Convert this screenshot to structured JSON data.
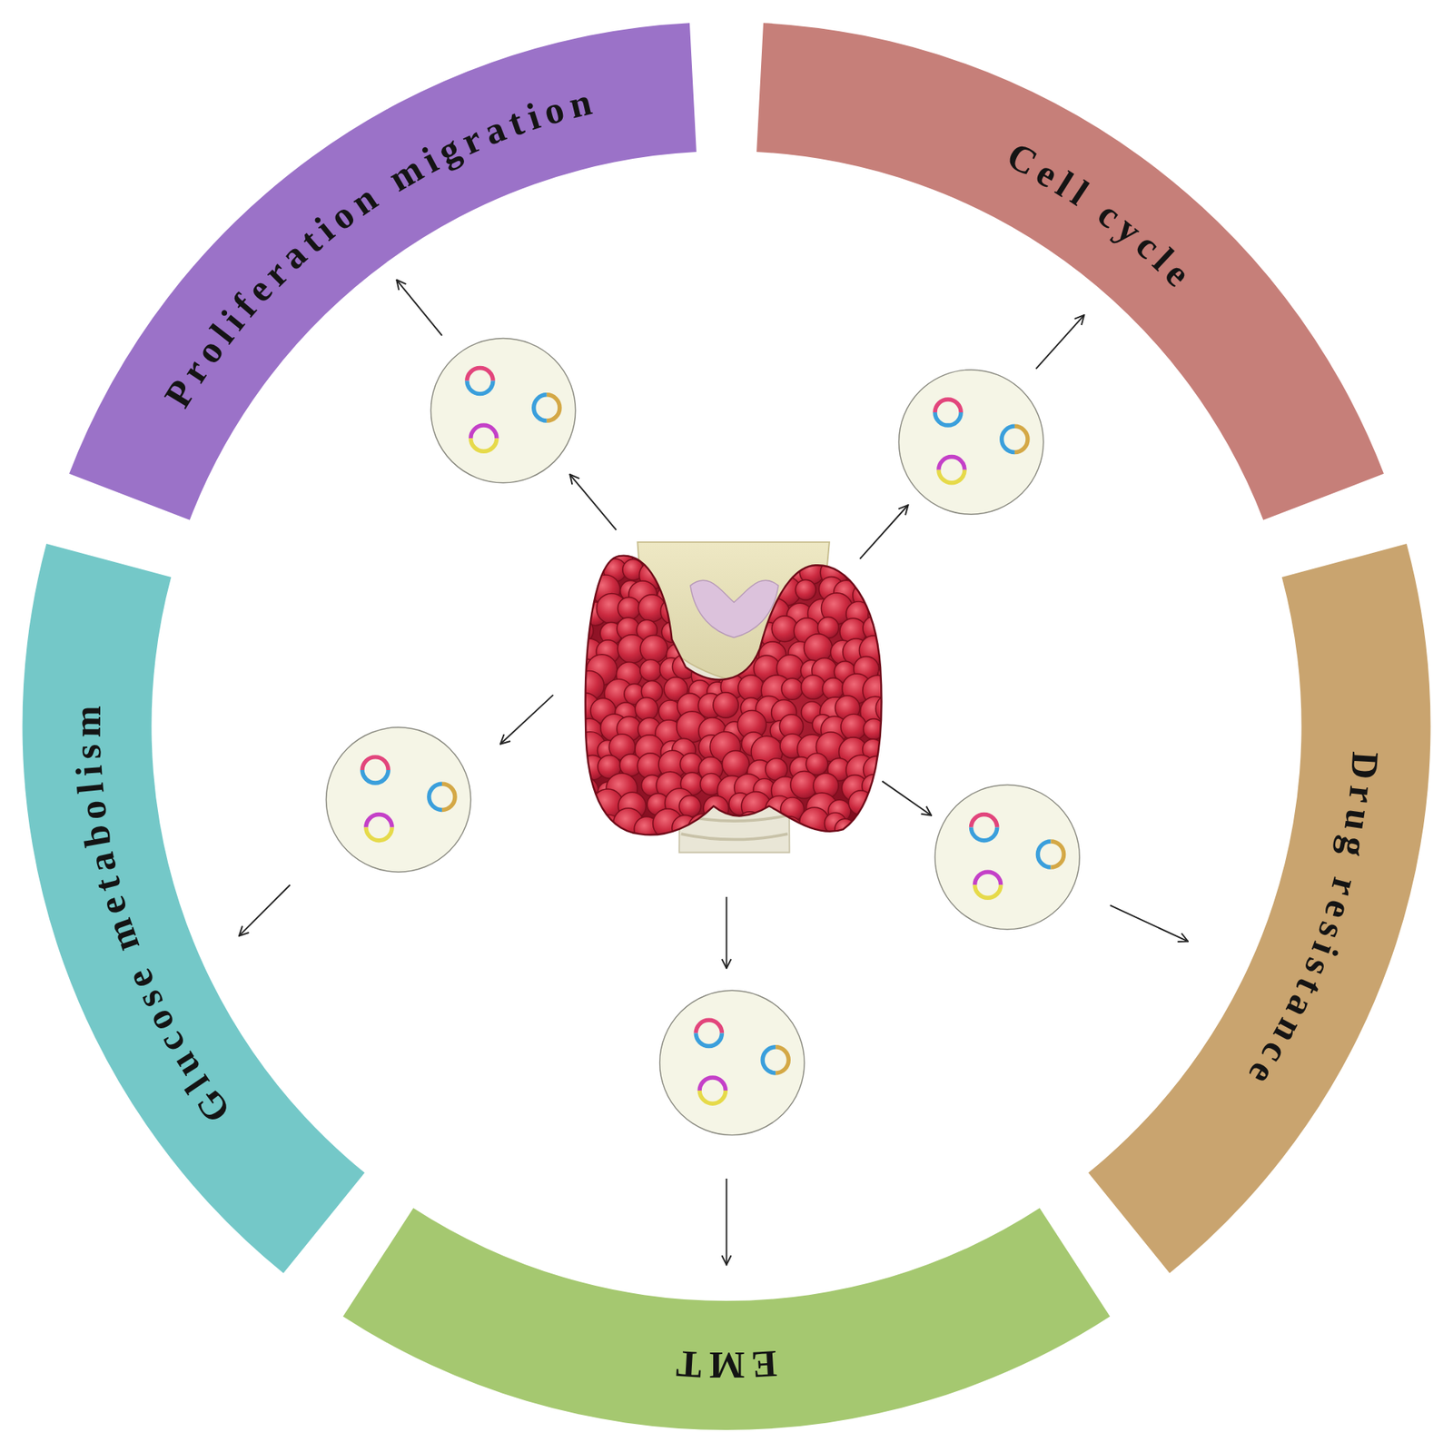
{
  "diagram": {
    "nodes": [
      {
        "text": [
          "Proliferation migration"
        ]
      },
      {
        "text": [
          "Cell cycle"
        ]
      },
      {
        "text": [
          "Glucose metabolism"
        ]
      },
      {
        "text": [
          "Drug resistance"
        ]
      },
      {
        "text": [
          "EMT"
        ]
      }
    ]
  }
}
